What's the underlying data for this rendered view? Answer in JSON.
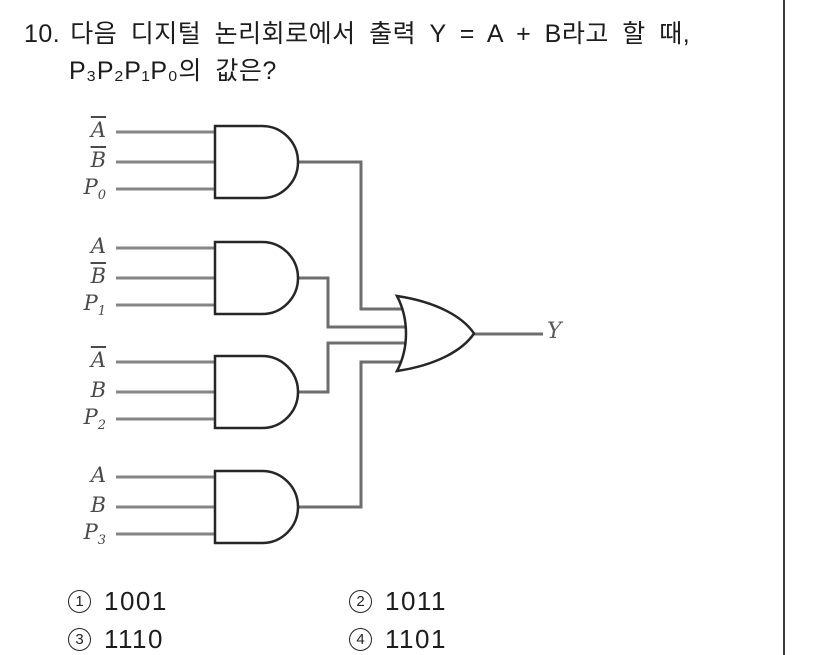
{
  "question": {
    "number": "10.",
    "line1": "다음 디지털 논리회로에서 출력 Y = A + B라고 할 때,",
    "line2": "P₃P₂P₁P₀의 값은?"
  },
  "circuit": {
    "gates": [
      {
        "type": "AND",
        "inputs": [
          {
            "base": "A",
            "bar": true,
            "sub": ""
          },
          {
            "base": "B",
            "bar": true,
            "sub": ""
          },
          {
            "base": "P",
            "bar": false,
            "sub": "0"
          }
        ]
      },
      {
        "type": "AND",
        "inputs": [
          {
            "base": "A",
            "bar": false,
            "sub": ""
          },
          {
            "base": "B",
            "bar": true,
            "sub": ""
          },
          {
            "base": "P",
            "bar": false,
            "sub": "1"
          }
        ]
      },
      {
        "type": "AND",
        "inputs": [
          {
            "base": "A",
            "bar": true,
            "sub": ""
          },
          {
            "base": "B",
            "bar": false,
            "sub": ""
          },
          {
            "base": "P",
            "bar": false,
            "sub": "2"
          }
        ]
      },
      {
        "type": "AND",
        "inputs": [
          {
            "base": "A",
            "bar": false,
            "sub": ""
          },
          {
            "base": "B",
            "bar": false,
            "sub": ""
          },
          {
            "base": "P",
            "bar": false,
            "sub": "3"
          }
        ]
      }
    ],
    "or_gate": {
      "type": "OR",
      "inputs_from": [
        "and-gate-1",
        "and-gate-2",
        "and-gate-3",
        "and-gate-4"
      ]
    },
    "output_label": "Y"
  },
  "options": [
    {
      "digit": "1",
      "value": "1001"
    },
    {
      "digit": "2",
      "value": "1011"
    },
    {
      "digit": "3",
      "value": "1110"
    },
    {
      "digit": "4",
      "value": "1101"
    }
  ],
  "colors": {
    "background": "#ffffff",
    "ink": "#1c1c1c",
    "wire": "#6e6e6e",
    "input_line": "#858585",
    "gate_outline": "#262626",
    "divider": "#3c3c3c"
  }
}
